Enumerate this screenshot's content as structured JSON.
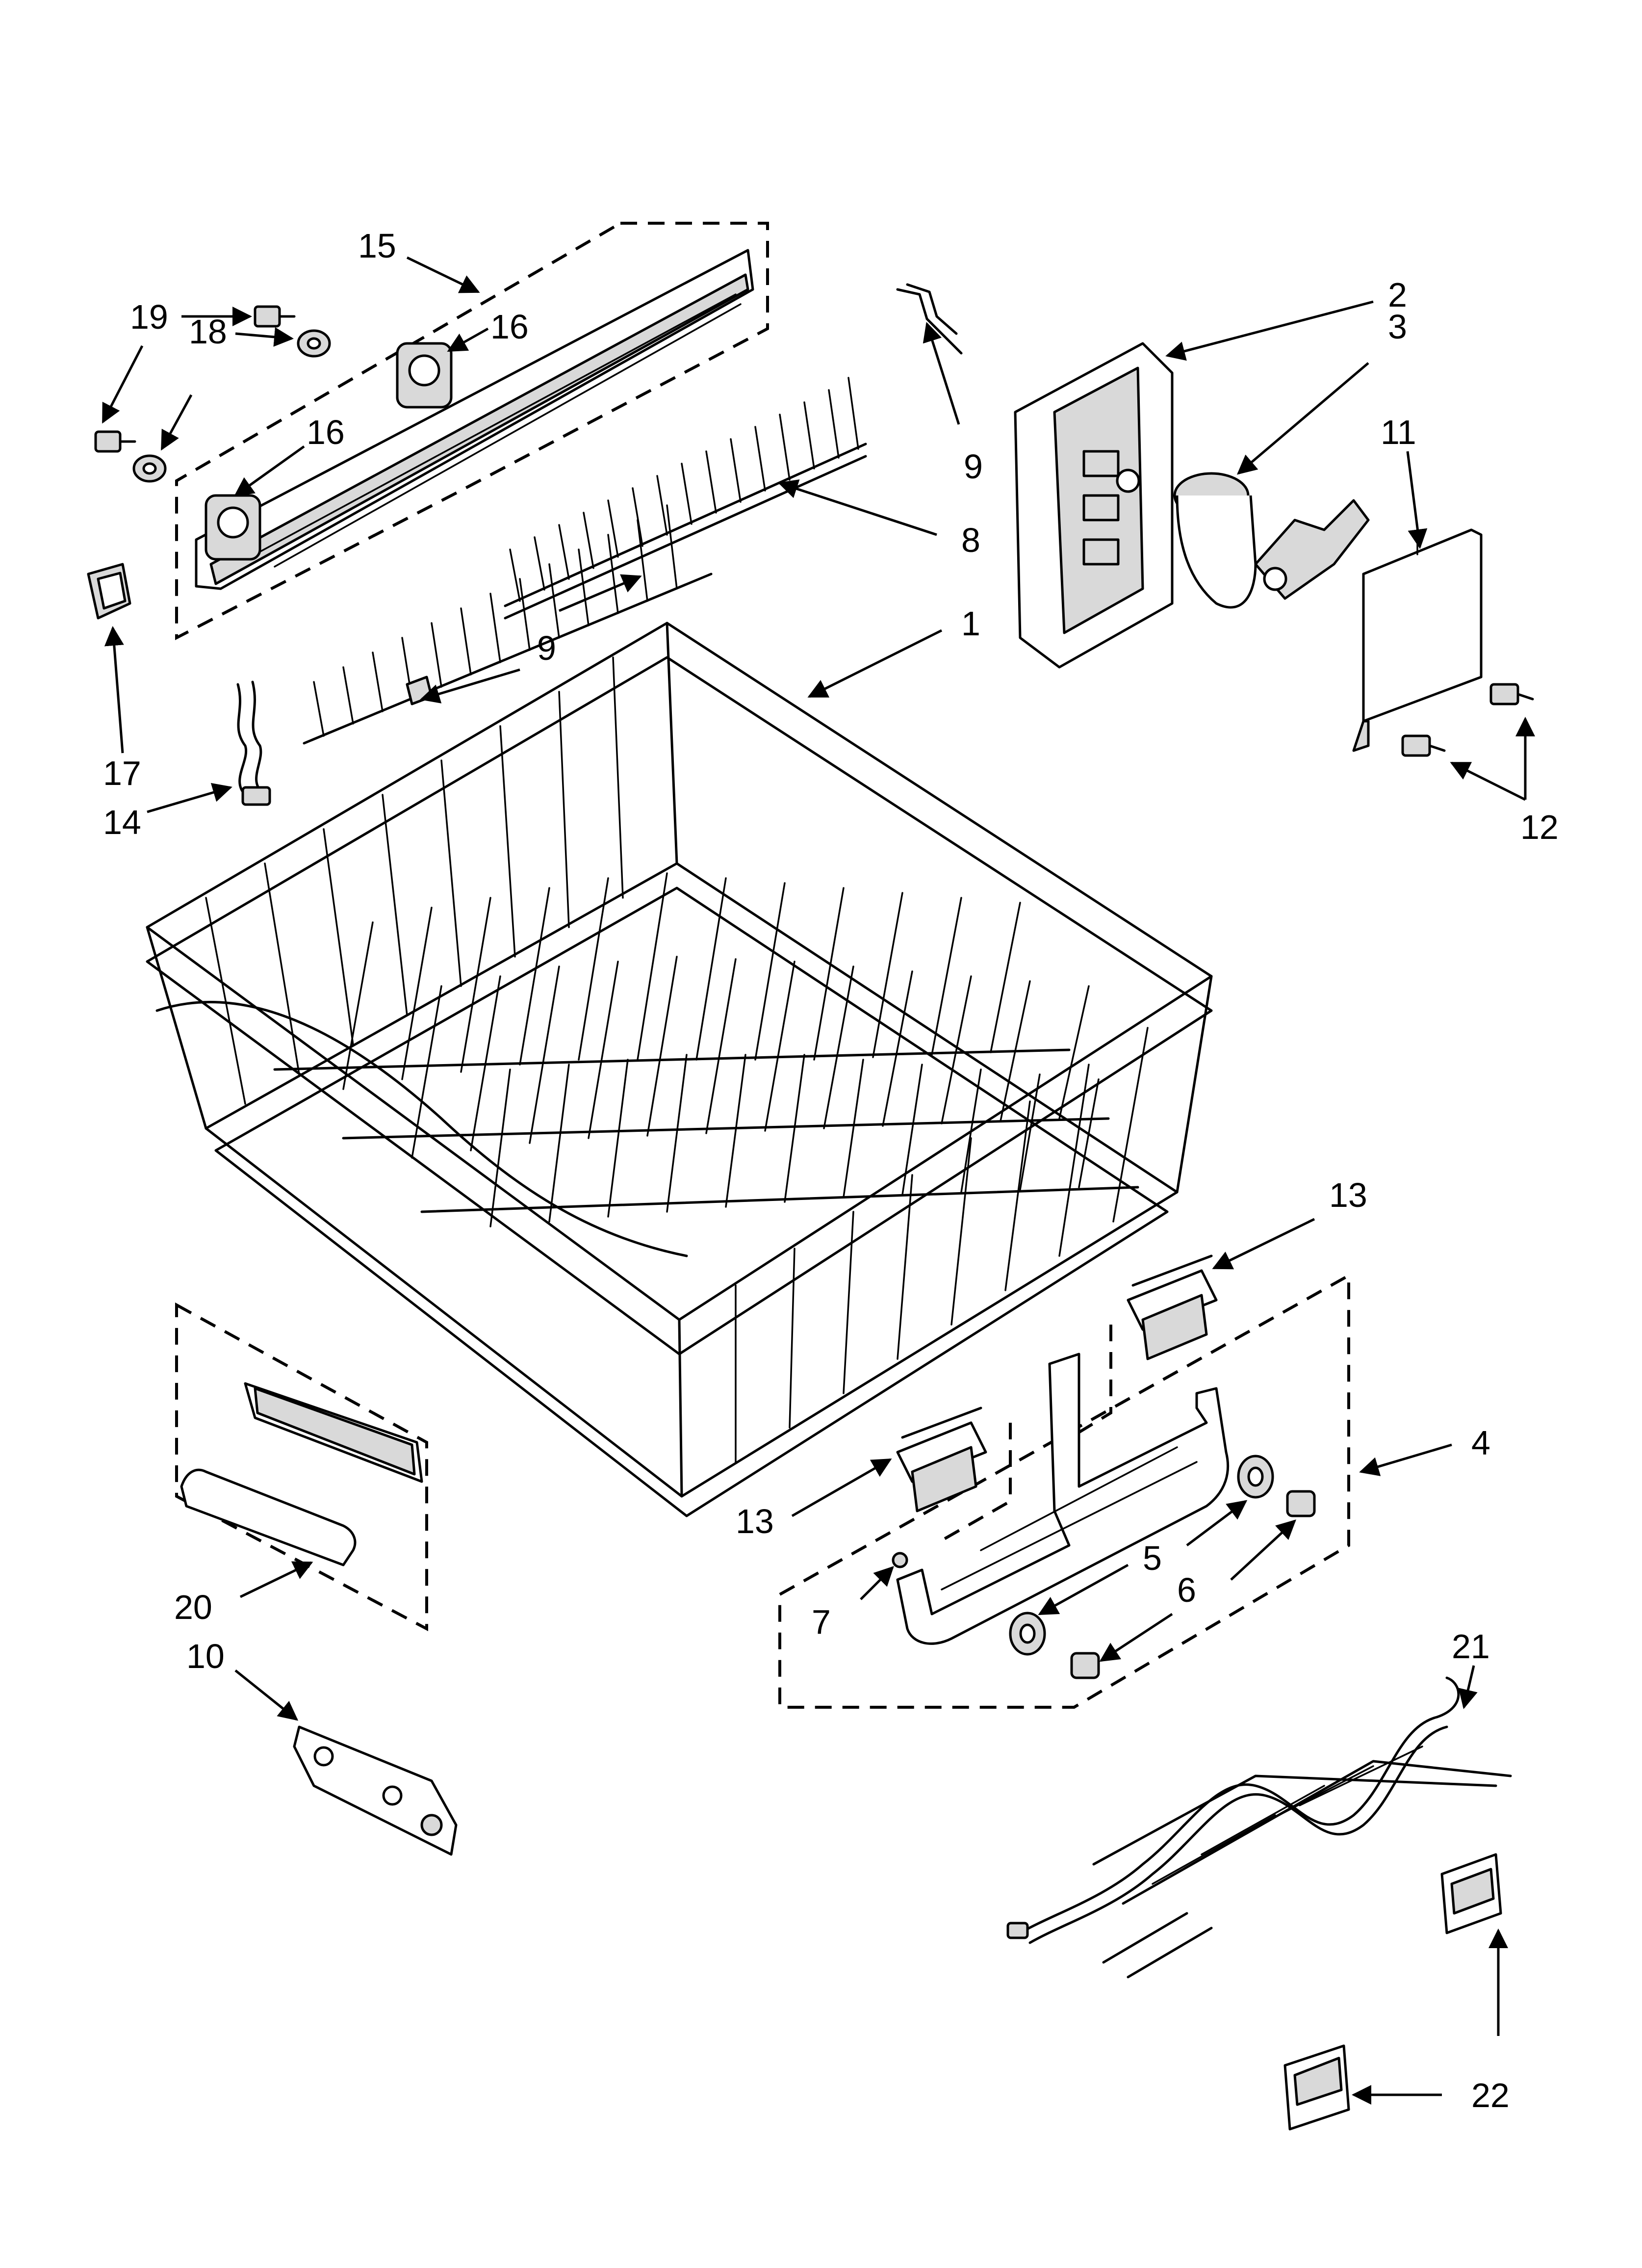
{
  "diagram": {
    "callouts": {
      "c1": "1",
      "c2": "2",
      "c3": "3",
      "c4": "4",
      "c5": "5",
      "c6": "6",
      "c7": "7",
      "c8": "8",
      "c9a": "9",
      "c9b": "9",
      "c10": "10",
      "c11": "11",
      "c12": "12",
      "c13a": "13",
      "c13b": "13",
      "c14": "14",
      "c15": "15",
      "c16a": "16",
      "c16b": "16",
      "c17": "17",
      "c18": "18",
      "c19": "19",
      "c20": "20",
      "c21": "21",
      "c22": "22"
    }
  }
}
